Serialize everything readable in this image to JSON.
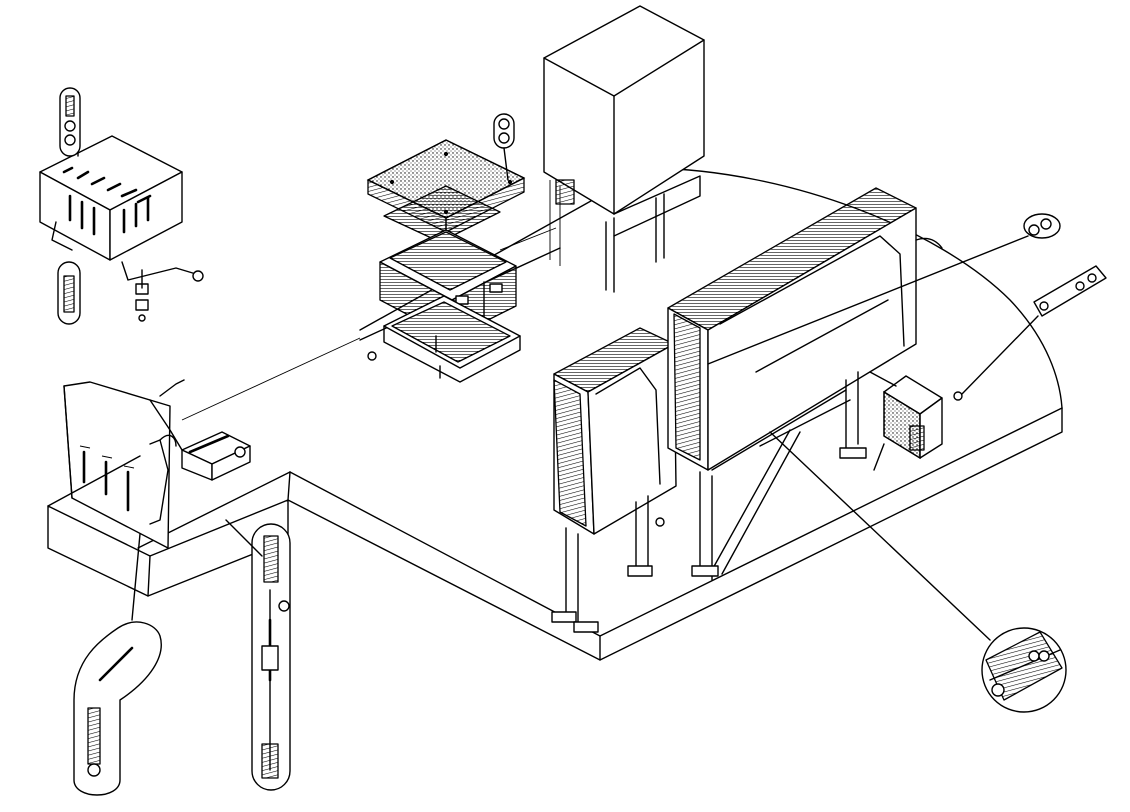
{
  "figure": {
    "style": "isometric exploded assembly line drawing",
    "colors": {
      "ink": "#000000",
      "paper": "#ffffff"
    }
  },
  "components": [
    {
      "id": "base-platform",
      "icon": "platform-outline"
    },
    {
      "id": "shore-arc",
      "icon": "arc-outline"
    },
    {
      "id": "tall-cabinet",
      "icon": "cabinet-outline"
    },
    {
      "id": "enclosure-cover",
      "icon": "hatched-lid"
    },
    {
      "id": "battery-pack",
      "icon": "battery-block"
    },
    {
      "id": "vented-unit",
      "icon": "vented-box"
    },
    {
      "id": "distribution-panel",
      "icon": "slotted-panel"
    },
    {
      "id": "small-relay-box",
      "icon": "relay-box"
    },
    {
      "id": "large-cabinet",
      "icon": "housing-block"
    },
    {
      "id": "small-cabinet",
      "icon": "housing-block"
    },
    {
      "id": "junction-box",
      "icon": "junction-box"
    }
  ],
  "callouts": [
    {
      "id": "bolt-detail-top-left"
    },
    {
      "id": "bolt-detail-left-middle"
    },
    {
      "id": "washer-detail-cover"
    },
    {
      "id": "washer-pair-detail-right"
    },
    {
      "id": "plate-detail-right"
    },
    {
      "id": "rod-assembly-detail"
    },
    {
      "id": "cable-detail-bottom-left"
    },
    {
      "id": "clamp-detail-bottom-right"
    }
  ]
}
